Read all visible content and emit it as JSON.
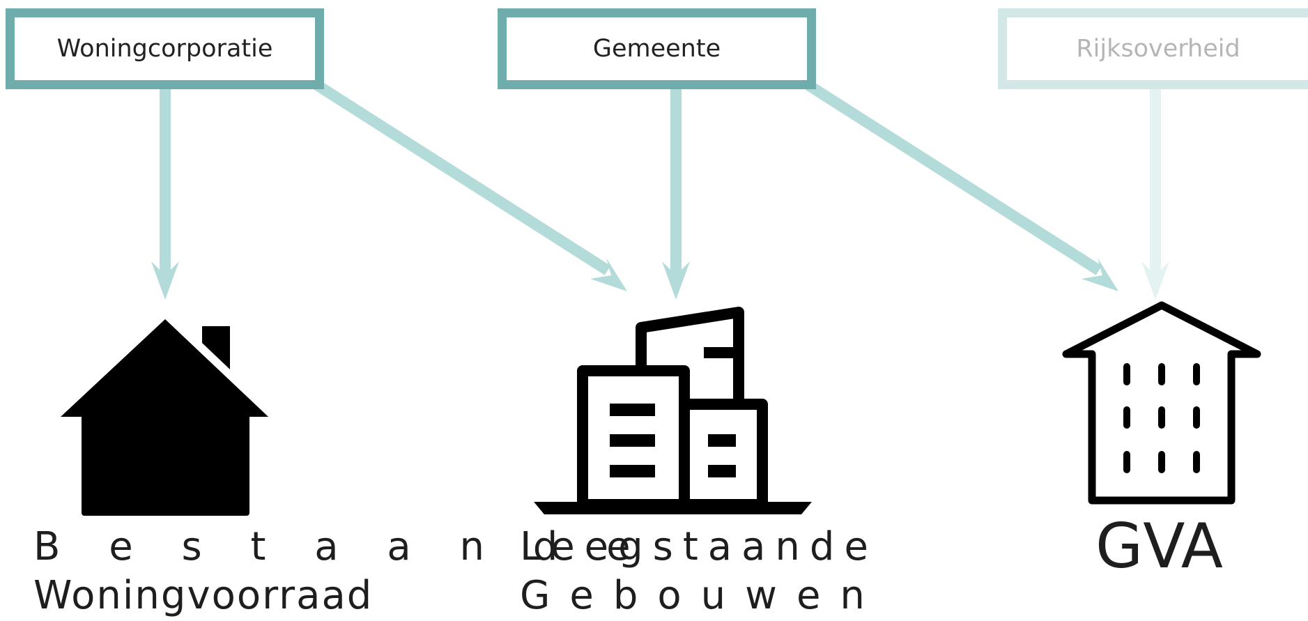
{
  "actors": {
    "woningcorporatie": "Woningcorporatie",
    "gemeente": "Gemeente",
    "rijksoverheid": "Rijksoverheid"
  },
  "targets": {
    "bestaande_line1": "B e s t a a n d e",
    "bestaande_line2": "Woningvoorraad",
    "leegstaande_line1": "Leegstaande",
    "leegstaande_line2": "Gebouwen",
    "gva": "GVA"
  },
  "colors": {
    "active_border": "#6fadad",
    "inactive_border": "#d2e7e6",
    "arrow": "#b3dbd9",
    "arrow_faded": "#e4f2f1",
    "icon": "#000000"
  },
  "icons": [
    "house-icon",
    "buildings-icon",
    "gva-building-icon"
  ]
}
